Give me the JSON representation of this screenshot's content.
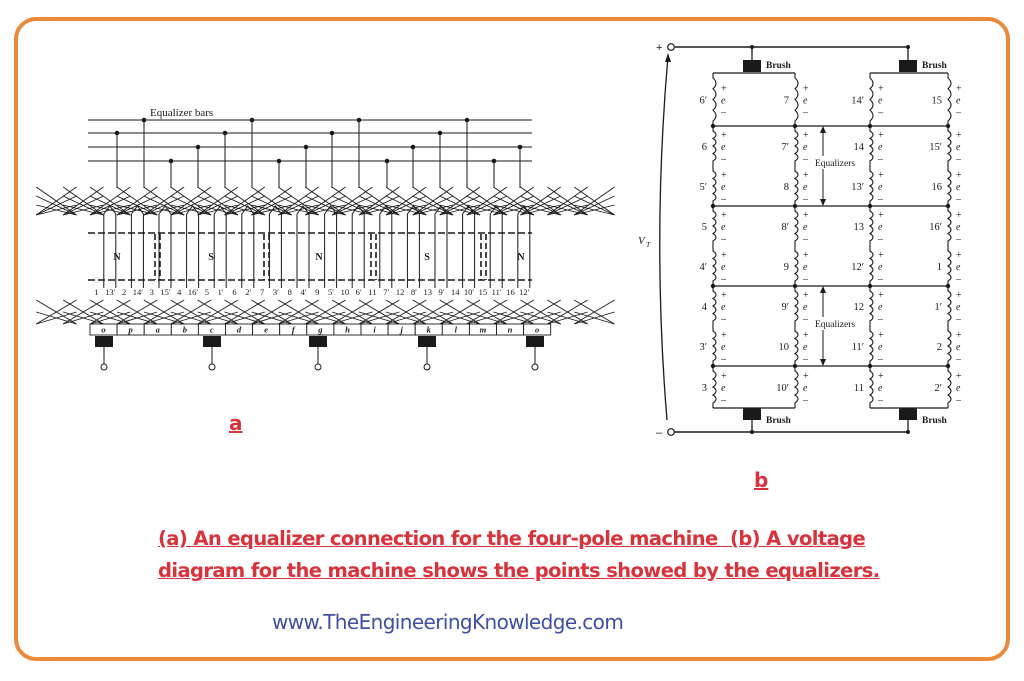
{
  "figure_a": {
    "title_label": "Equalizer bars",
    "panel_label": "a",
    "equalizer_bar_count": 4,
    "poles": [
      "N",
      "S",
      "N",
      "S",
      "N"
    ],
    "slot_labels": [
      "1",
      "13′",
      "2",
      "14′",
      "3",
      "15′",
      "4",
      "16′",
      "5",
      "1′",
      "6",
      "2′",
      "7",
      "3′",
      "8",
      "4′",
      "9",
      "5′",
      "10",
      "6′",
      "11",
      "7′",
      "12",
      "8′",
      "13",
      "9′",
      "14",
      "10′",
      "15",
      "11′",
      "16",
      "12′"
    ],
    "commutator_segments": [
      "o",
      "p",
      "a",
      "b",
      "c",
      "d",
      "e",
      "f",
      "g",
      "h",
      "i",
      "j",
      "k",
      "l",
      "m",
      "n",
      "o"
    ],
    "brush_count": 5
  },
  "figure_b": {
    "panel_label": "b",
    "terminal_plus": "+",
    "terminal_minus": "–",
    "voltage_label": "V_T",
    "brush_label": "Brush",
    "equalizers_label": "Equalizers",
    "coil_emf": "e",
    "coil_plus": "+",
    "coil_minus": "–",
    "columns": [
      [
        "6′",
        "6",
        "5′",
        "5",
        "4′",
        "4",
        "3′",
        "3"
      ],
      [
        "7",
        "7′",
        "8",
        "8′",
        "9",
        "9′",
        "10",
        "10′"
      ],
      [
        "14′",
        "14",
        "13′",
        "13",
        "12′",
        "12",
        "11′",
        "11"
      ],
      [
        "15",
        "15′",
        "16",
        "16′",
        "1",
        "1′",
        "2",
        "2′"
      ]
    ]
  },
  "caption": {
    "line1": "(a) An equalizer connection for the four-pole machine  (b) A voltage",
    "line2": "diagram for the machine shows the points showed by the equalizers."
  },
  "website": "www.TheEngineeringKnowledge.com",
  "colors": {
    "frame": "#ec8a3c",
    "caption": "#d9323a",
    "website": "#3f4fa3",
    "ink": "#1a1a1a"
  }
}
